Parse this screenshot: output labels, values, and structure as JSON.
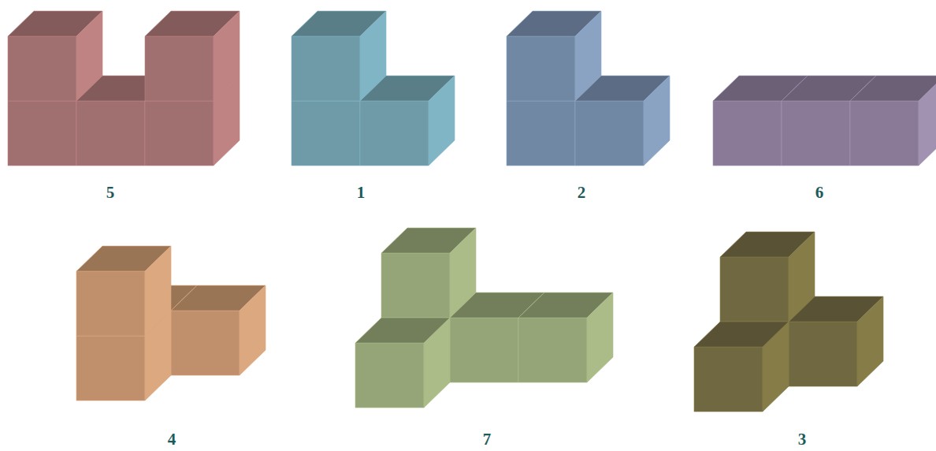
{
  "diagram": {
    "labels": [
      "5",
      "1",
      "2",
      "6",
      "4",
      "7",
      "3"
    ]
  }
}
